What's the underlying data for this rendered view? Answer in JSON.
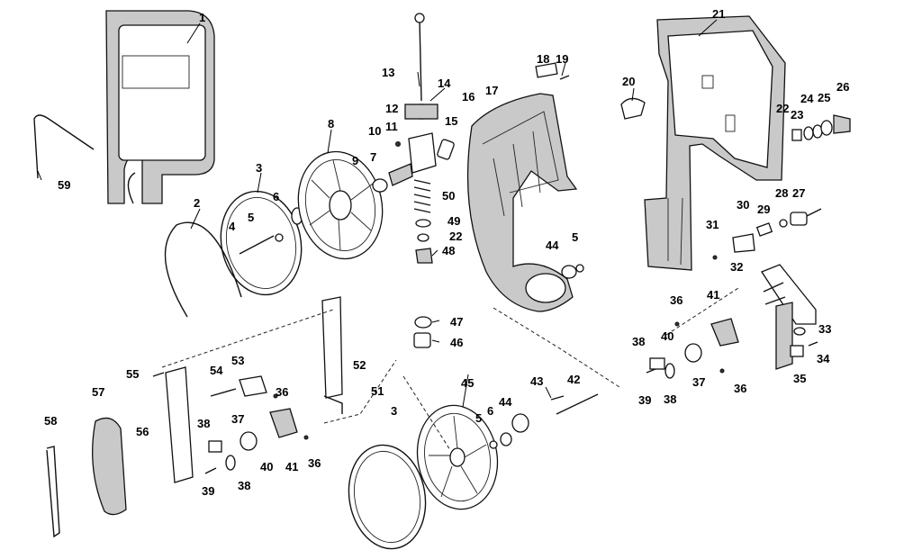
{
  "part_labels": [
    "1",
    "2",
    "3",
    "4",
    "5",
    "6",
    "7",
    "8",
    "9",
    "10",
    "11",
    "12",
    "13",
    "14",
    "15",
    "16",
    "17",
    "18",
    "19",
    "20",
    "21",
    "22",
    "23",
    "24",
    "25",
    "26",
    "27",
    "28",
    "29",
    "30",
    "31",
    "32",
    "33",
    "34",
    "35",
    "36",
    "37",
    "38",
    "39",
    "40",
    "41",
    "42",
    "43",
    "44",
    "45",
    "46",
    "47",
    "48",
    "49",
    "50",
    "51",
    "52",
    "53",
    "54",
    "55",
    "56",
    "57",
    "58",
    "59"
  ],
  "colors": {
    "ink": "#111111",
    "shade": "#c9c9c9",
    "background": "#ffffff"
  }
}
